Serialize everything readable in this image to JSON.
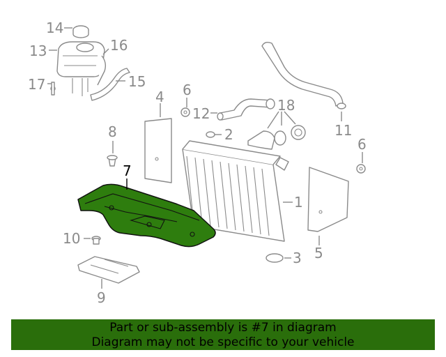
{
  "callouts": [
    "14",
    "13",
    "16",
    "17",
    "15",
    "4",
    "6",
    "12",
    "18",
    "11",
    "8",
    "2",
    "6",
    "7",
    "1",
    "10",
    "3",
    "5",
    "9"
  ],
  "highlighted_part": "7",
  "colors": {
    "highlight": "#2e7d0e",
    "banner": "#2a6e0b",
    "line": "#8a8a8a"
  },
  "banner": {
    "line1": "Part or sub-assembly is #7 in diagram",
    "line2": "Diagram may not be specific to your vehicle"
  }
}
